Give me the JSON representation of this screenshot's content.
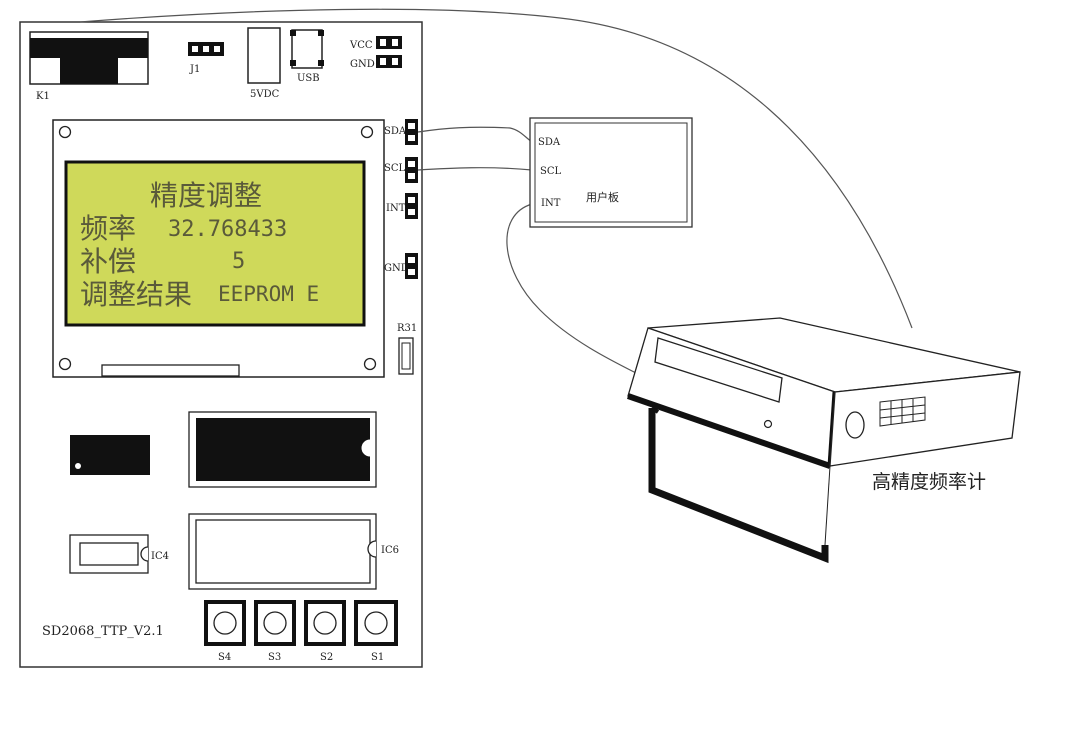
{
  "board": {
    "connector_k1": "K1",
    "jumper_j1": "J1",
    "power_5vdc": "5VDC",
    "usb": "USB",
    "vcc": "VCC",
    "gnd_top": "GND",
    "pin_sda": "SDA",
    "pin_scl": "SCL",
    "pin_int": "INT",
    "pin_gnd": "GND",
    "r31": "R31",
    "ic4": "IC4",
    "ic6": "IC6",
    "model": "SD2068_TTP_V2.1",
    "buttons": [
      "S4",
      "S3",
      "S2",
      "S1"
    ]
  },
  "lcd": {
    "line1": "精度调整",
    "line2_label": "频率",
    "line2_value": "32.768433",
    "line3_label": "补偿",
    "line3_value": "5",
    "line4_label": "调整结果",
    "line4_value": "EEPROM E"
  },
  "user_board": {
    "sda": "SDA",
    "scl": "SCL",
    "int": "INT",
    "title": "用户板"
  },
  "counter": {
    "label": "高精度频率计"
  },
  "colors": {
    "lcd_background": "#cfd95a",
    "line": "#222222",
    "board_fill": "#ffffff"
  }
}
